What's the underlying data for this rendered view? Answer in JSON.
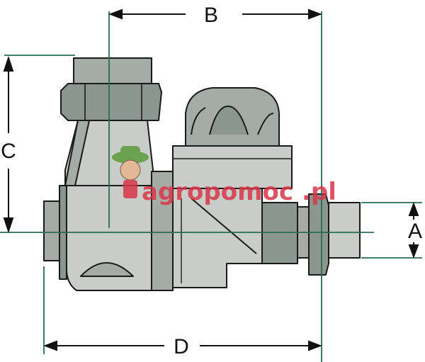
{
  "dimensions": {
    "a": "A",
    "b": "B",
    "c": "C",
    "d": "D"
  },
  "watermark": {
    "brand": "agropomoc",
    "suffix": ".pl",
    "brand_color": "#d9364a",
    "suffix_color": "#d9364a",
    "mascot_hat_color": "#5c9a3c"
  },
  "colors": {
    "body": "#c9cdc8",
    "body_shade": "#a5aca6",
    "dark_part": "#8c9690",
    "outline": "#1a1a1a",
    "dimension_line": "#2a6b50",
    "arrow": "#111111"
  }
}
